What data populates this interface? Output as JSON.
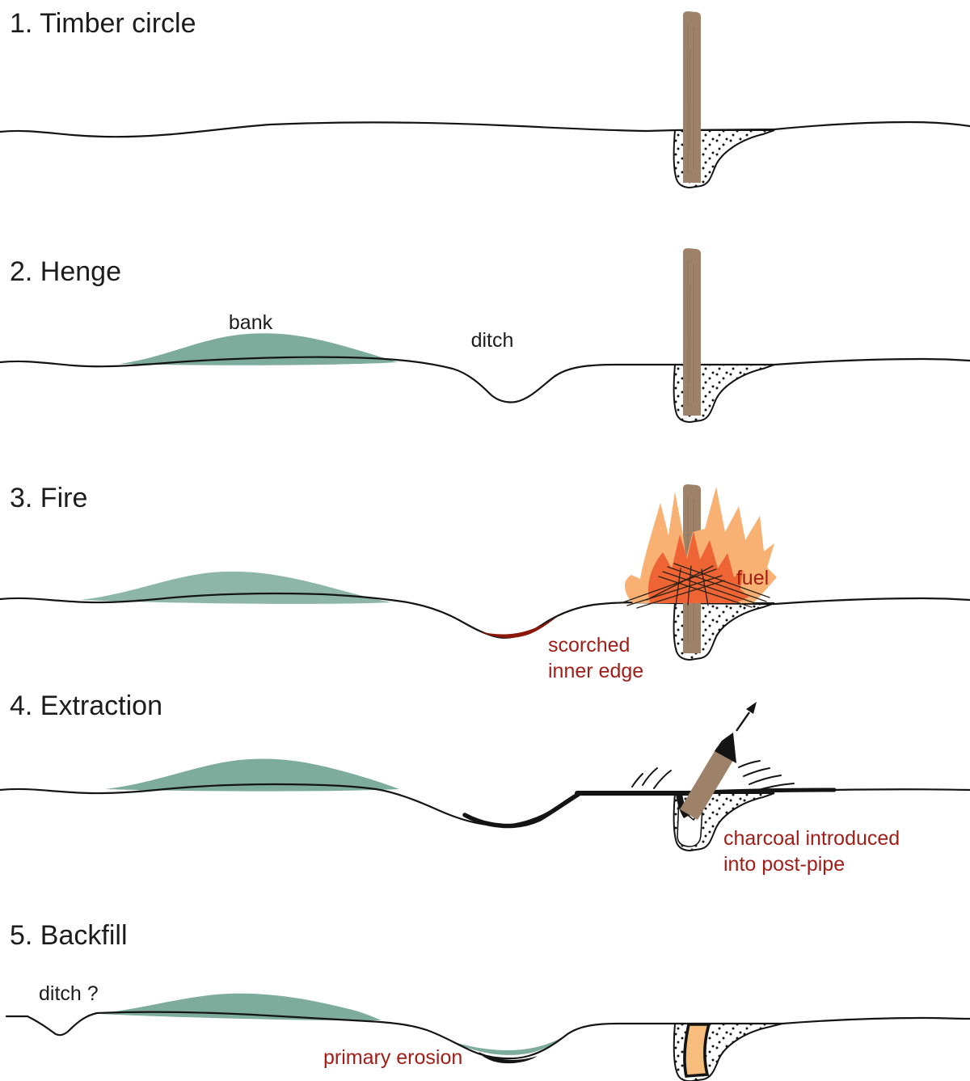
{
  "figure": {
    "description_background": "#ffffff"
  },
  "colors": {
    "ink": "#141414",
    "bank_teal": "#7dac9d",
    "post_brown": "#9d8169",
    "flame_outer": "#f8b173",
    "flame_inner": "#ef6434",
    "scorch_red": "#8a1708",
    "label_red": "#a11d18",
    "pipe_orange": "#f6bd7d",
    "charcoal_black": "#141414"
  },
  "stages": [
    {
      "title": "1. Timber circle"
    },
    {
      "title": "2. Henge",
      "bank": "bank",
      "ditch": "ditch"
    },
    {
      "title": "3. Fire",
      "fuel": "fuel",
      "scorched1": "scorched",
      "scorched2": "inner edge"
    },
    {
      "title": "4. Extraction",
      "charcoal1": "charcoal introduced",
      "charcoal2": "into post-pipe"
    },
    {
      "title": "5. Backfill",
      "ditch": "ditch ?",
      "erosion": "primary erosion"
    }
  ]
}
